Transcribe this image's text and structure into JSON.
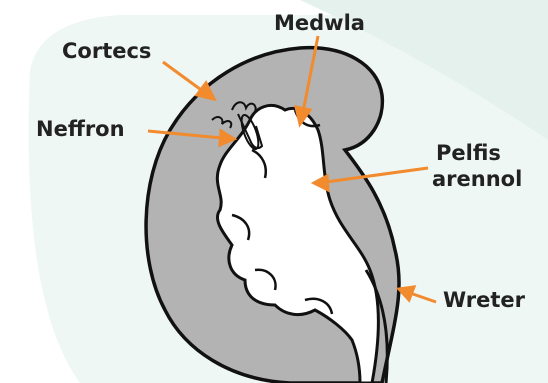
{
  "labels": {
    "cortex": "Cortecs",
    "medulla": "Medwla",
    "nephron": "Neffron",
    "pelvis_line1": "Pelfis",
    "pelvis_line2": "arennol",
    "ureter": "Wreter"
  },
  "colors": {
    "background": "#ffffff",
    "panel": "#eef7f3",
    "cortex_fill": "#b3b3b3",
    "inner_fill": "#ffffff",
    "outline": "#111111",
    "arrow": "#f28a2e",
    "text": "#222222"
  }
}
